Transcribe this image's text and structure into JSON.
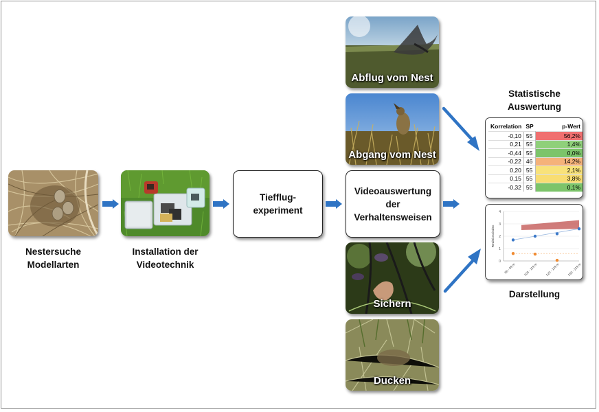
{
  "steps": {
    "nest_search": {
      "label": "Nestersuche\nModellarten"
    },
    "installation": {
      "label": "Installation der\nVideotechnik"
    },
    "flyover": {
      "label": "Tiefflug-\nexperiment"
    },
    "video_analysis": {
      "label": "Videoauswertung\nder\nVerhaltensweisen"
    }
  },
  "behaviors": [
    {
      "label": "Abflug vom Nest"
    },
    {
      "label": "Abgang vom Nest"
    },
    {
      "label": "Sichern"
    },
    {
      "label": "Ducken"
    }
  ],
  "stats": {
    "title": "Statistische\nAuswertung",
    "headers": [
      "Korrelation",
      "SP",
      "p-Wert"
    ],
    "rows": [
      {
        "korrelation": "-0,10",
        "sp": "55",
        "p": "56,2%",
        "color": "#f07070"
      },
      {
        "korrelation": "0,21",
        "sp": "55",
        "p": "1,4%",
        "color": "#8fd07a"
      },
      {
        "korrelation": "-0,44",
        "sp": "55",
        "p": "0,0%",
        "color": "#7cc46a"
      },
      {
        "korrelation": "-0,22",
        "sp": "46",
        "p": "14,2%",
        "color": "#f5b27a"
      },
      {
        "korrelation": "0,20",
        "sp": "55",
        "p": "2,1%",
        "color": "#f8e27a"
      },
      {
        "korrelation": "0,15",
        "sp": "55",
        "p": "3,8%",
        "color": "#f8dd72"
      },
      {
        "korrelation": "-0,32",
        "sp": "55",
        "p": "0,1%",
        "color": "#7cc46a"
      }
    ]
  },
  "display": {
    "title": "Darstellung",
    "chart_data": {
      "type": "scatter",
      "ylabel": "Reaktionsindex",
      "ylim": [
        0,
        4
      ],
      "yticks": [
        "0",
        "1",
        "2",
        "3",
        "4"
      ],
      "categories": [
        "80 - 99 m",
        "100 - 119 m",
        "120 - 149 m",
        "150 - 219 m"
      ],
      "series": [
        {
          "values": [
            1.7,
            2.0,
            2.2,
            2.6
          ],
          "color": "#3a78c8"
        },
        {
          "values": [
            0.6,
            0.55,
            0.05,
            null
          ],
          "color": "#f08a30"
        }
      ]
    }
  },
  "colors": {
    "arrow": "#2f74c4",
    "band": "#c0504d"
  }
}
